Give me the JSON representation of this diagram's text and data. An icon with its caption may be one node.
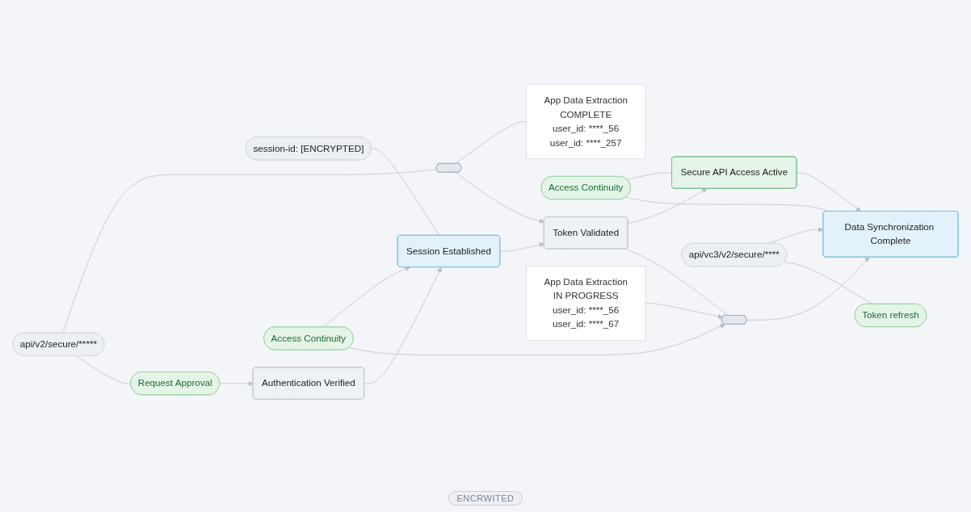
{
  "diagram": {
    "nodes": [
      {
        "text": [
          "api/v2/secure/*****"
        ]
      },
      {
        "text": [],
        "shape": "shield"
      },
      {
        "text": [
          "App Data Extraction",
          "COMPLETE",
          "user_id: ****_56",
          "user_id: ****_257"
        ]
      },
      {
        "text": [
          "Request Approval"
        ]
      },
      {
        "text": [
          "session-id: [ENCRYPTED]"
        ]
      },
      {
        "text": [
          "Access Continuity"
        ]
      },
      {
        "text": [
          "Authentication Verified"
        ]
      },
      {
        "text": [
          "Session Established"
        ]
      },
      {
        "text": [
          "Token Validated"
        ]
      },
      {
        "text": [
          "Secure API Access Active"
        ]
      },
      {
        "text": [
          "Data Synchronization Complete"
        ]
      },
      {
        "text": [
          "Access Continuity"
        ]
      },
      {
        "text": [
          "App Data Extraction",
          "IN PROGRESS",
          "user_id: ****_56",
          "user_id: ****_67"
        ]
      },
      {
        "text": [],
        "shape": "shield"
      },
      {
        "text": [
          "api/vc3/v2/secure/****"
        ]
      },
      {
        "text": [
          "Token refresh"
        ]
      }
    ],
    "edges": [
      {
        "from": 0,
        "to": 1,
        "arrow": "none"
      },
      {
        "from": 1,
        "to": 2,
        "arrow": "none"
      },
      {
        "from": 0,
        "to": 3,
        "arrow": "none"
      },
      {
        "from": 3,
        "to": 6,
        "arrow": "to"
      },
      {
        "from": 4,
        "to": 7,
        "arrow": "none"
      },
      {
        "from": 1,
        "to": 8,
        "arrow": "to"
      },
      {
        "from": 5,
        "to": 9,
        "arrow": "none"
      },
      {
        "from": 5,
        "to": 10,
        "arrow": "none"
      },
      {
        "from": 6,
        "to": 7,
        "arrow": "to"
      },
      {
        "from": 7,
        "to": 8,
        "arrow": "to"
      },
      {
        "from": 8,
        "to": 9,
        "arrow": "to"
      },
      {
        "from": 9,
        "to": 10,
        "arrow": "to"
      },
      {
        "from": 11,
        "to": 7,
        "arrow": "to"
      },
      {
        "from": 11,
        "to": 13,
        "arrow": "to"
      },
      {
        "from": 12,
        "to": 13,
        "arrow": "to"
      },
      {
        "from": 8,
        "to": 13,
        "arrow": "none"
      },
      {
        "from": 13,
        "to": 10,
        "arrow": "to"
      },
      {
        "from": 14,
        "to": 10,
        "arrow": "to"
      },
      {
        "from": 14,
        "to": 15,
        "arrow": "none"
      }
    ],
    "labels": [
      "ENCRWITED"
    ]
  }
}
